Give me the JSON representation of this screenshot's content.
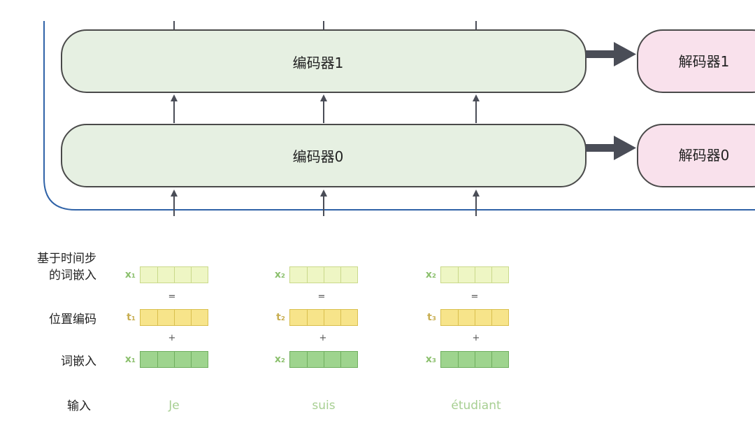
{
  "colors": {
    "encoder_fill": "#e6f0e2",
    "decoder_fill": "#f9e1ec",
    "box_stroke": "#4a4a4a",
    "arrow": "#4a4d57",
    "frame": "#2f62a7",
    "xvec_fill": "#eef6c4",
    "xvec_stroke": "#c9d98a",
    "tvec_fill": "#f7e48a",
    "tvec_stroke": "#d9bf4e",
    "evec_fill": "#9ed48e",
    "evec_stroke": "#6fae5e",
    "green_text": "#8cc06e",
    "yellow_text": "#c8ae52",
    "word_text": "#a7cf92"
  },
  "encoders": [
    {
      "label": "编码器1"
    },
    {
      "label": "编码器0"
    }
  ],
  "decoders": [
    {
      "label": "解码器1"
    },
    {
      "label": "解码器0"
    }
  ],
  "row_labels": {
    "timestep_line1": "基于时间步",
    "timestep_line2": "的词嵌入",
    "position": "位置编码",
    "embedding": "词嵌入",
    "input": "输入"
  },
  "operators": {
    "equals": "=",
    "plus": "+"
  },
  "columns": [
    {
      "timestep_name": "x₁",
      "position_name": "t₁",
      "embedding_name": "x₁",
      "word": "Je"
    },
    {
      "timestep_name": "x₂",
      "position_name": "t₂",
      "embedding_name": "x₂",
      "word": "suis"
    },
    {
      "timestep_name": "x₂",
      "position_name": "t₃",
      "embedding_name": "x₃",
      "word": "étudiant"
    }
  ]
}
